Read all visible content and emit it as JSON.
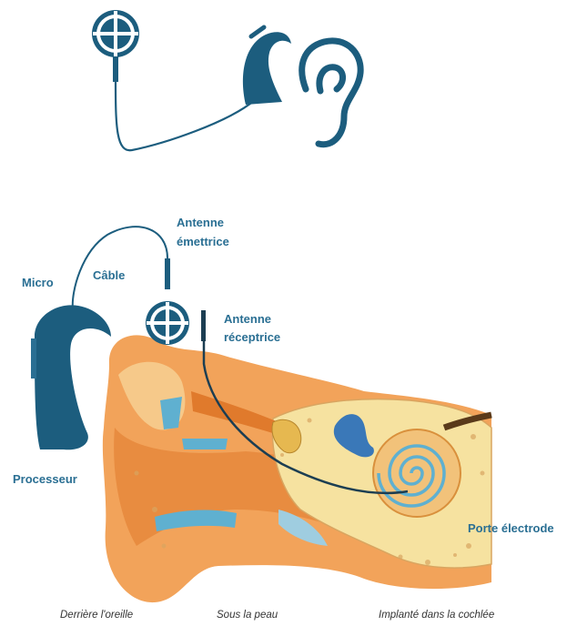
{
  "colors": {
    "device": "#1c5d7e",
    "label": "#2a6f93",
    "skin": "#f2a35a",
    "skin_dark": "#e07a2c",
    "bone": "#f6e2a0",
    "fluid": "#5fb0d0",
    "caption": "#333333"
  },
  "labels": {
    "antenne_emettrice_line1": "Antenne",
    "antenne_emettrice_line2": "émettrice",
    "cable": "Câble",
    "micro": "Micro",
    "antenne_receptrice_line1": "Antenne",
    "antenne_receptrice_line2": "réceptrice",
    "processeur": "Processeur",
    "porte_electrode": "Porte électrode"
  },
  "captions": {
    "derriere": "Derrière l'oreille",
    "sous_peau": "Sous la peau",
    "implante": "Implanté dans la cochlée"
  },
  "icons": [
    "transmitter-coil-icon",
    "processor-icon",
    "ear-icon"
  ]
}
